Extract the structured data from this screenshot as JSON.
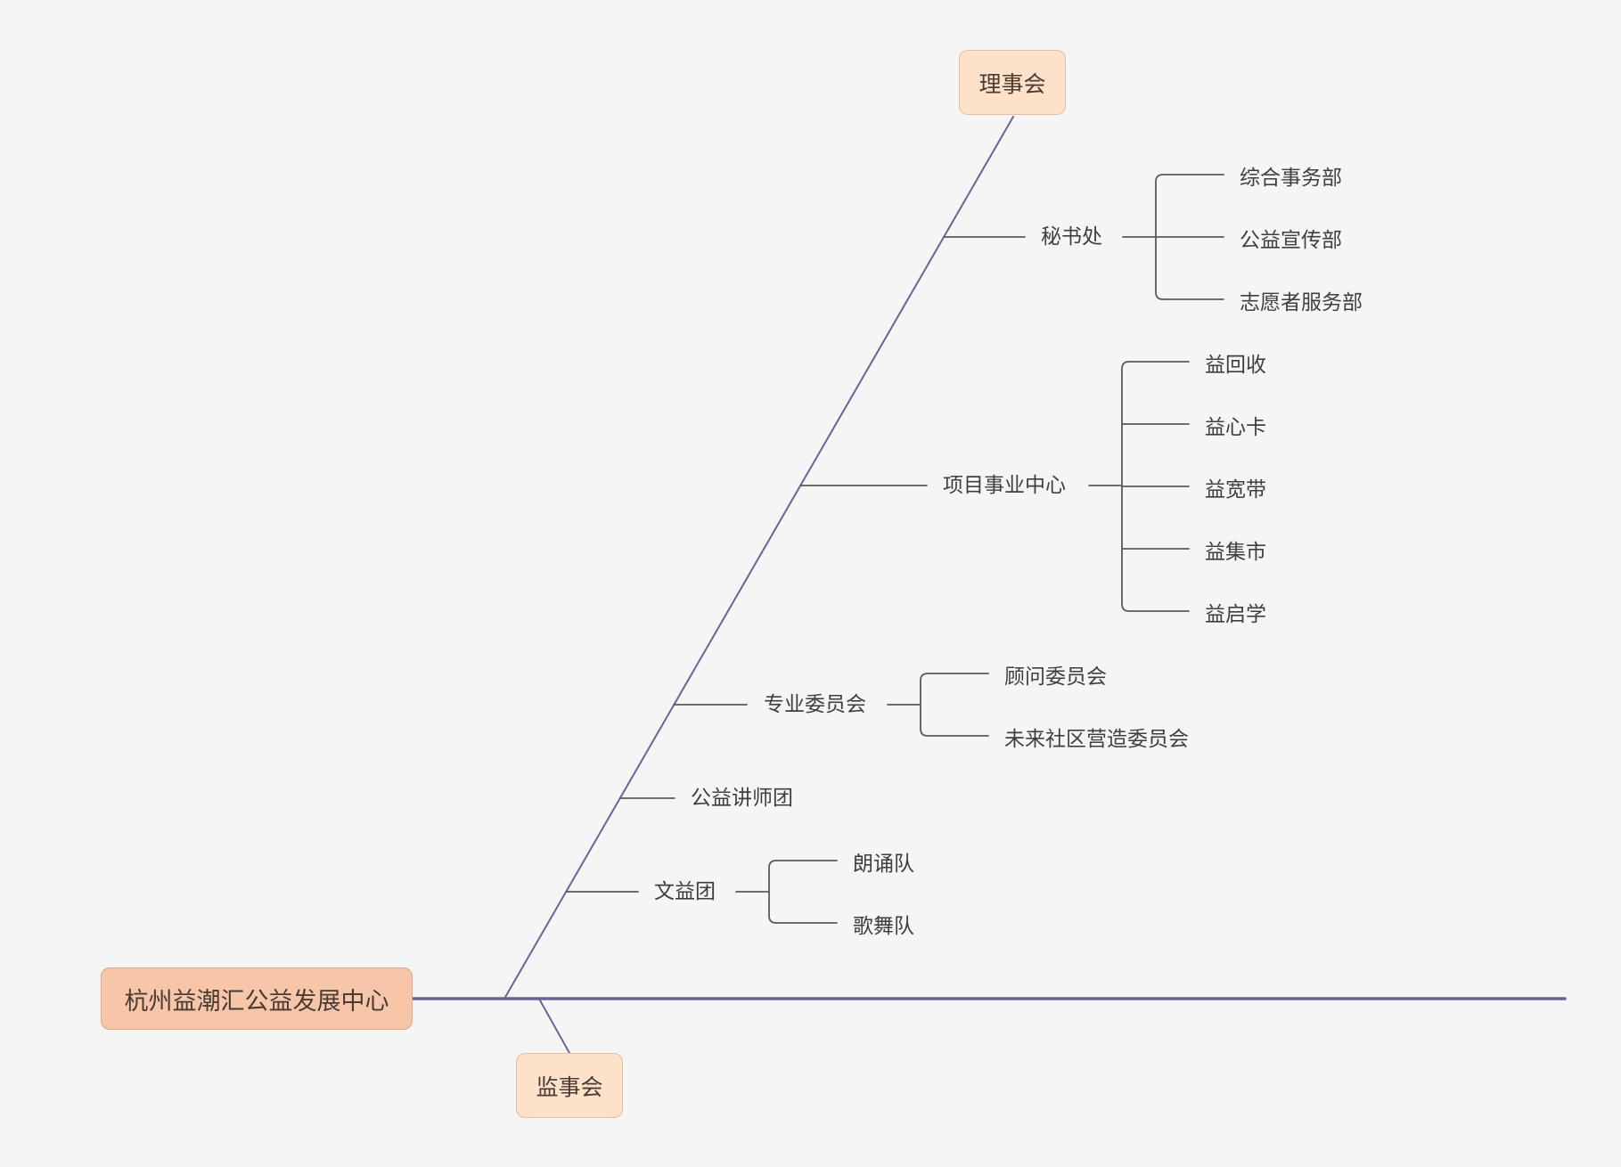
{
  "colors": {
    "spine": "#6c6396",
    "branch": "#5a5a5a",
    "root_fill": "#f7c6a9",
    "org_fill": "#fde1c9",
    "background": "#f5f5f5"
  },
  "root": {
    "label": "杭州益潮汇公益发展中心"
  },
  "board": {
    "label": "理事会"
  },
  "supervisors": {
    "label": "监事会"
  },
  "branches": [
    {
      "label": "秘书处",
      "children": [
        "综合事务部",
        "公益宣传部",
        "志愿者服务部"
      ]
    },
    {
      "label": "项目事业中心",
      "children": [
        "益回收",
        "益心卡",
        "益宽带",
        "益集市",
        "益启学"
      ]
    },
    {
      "label": "专业委员会",
      "children": [
        "顾问委员会",
        "未来社区营造委员会"
      ]
    },
    {
      "label": "公益讲师团",
      "children": []
    },
    {
      "label": "文益团",
      "children": [
        "朗诵队",
        "歌舞队"
      ]
    }
  ]
}
